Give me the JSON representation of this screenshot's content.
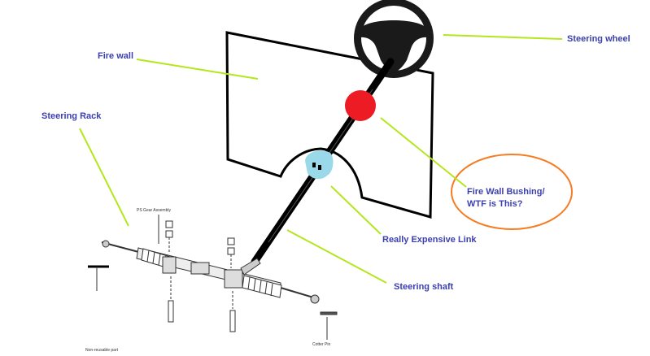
{
  "labels": {
    "steering_wheel": "Steering wheel",
    "fire_wall": "Fire wall",
    "steering_rack": "Steering Rack",
    "bushing_line1": "Fire Wall Bushing/",
    "bushing_line2": "WTF is This?",
    "expensive_link": "Really Expensive Link",
    "steering_shaft": "Steering shaft"
  },
  "diagram_small_labels": {
    "ps_gear_assembly": "PS Gear Assembly",
    "cotter_pin": "Cotter Pin",
    "non_reusable_part": "Non-reusable part"
  },
  "colors": {
    "label_text": "#3b3fb0",
    "leader_line": "#b5e61d",
    "bushing": "#ed1c24",
    "link": "#99d9ea",
    "ellipse": "#f57c23",
    "outline": "#000000"
  }
}
